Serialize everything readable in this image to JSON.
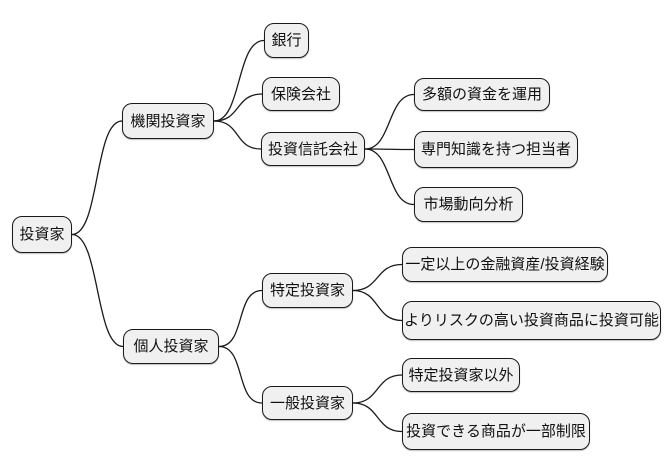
{
  "diagram": {
    "type": "mindmap",
    "direction": "left-to-right",
    "root": {
      "label": "投資家",
      "children": [
        {
          "label": "機関投資家",
          "children": [
            {
              "label": "銀行",
              "children": []
            },
            {
              "label": "保険会社",
              "children": []
            },
            {
              "label": "投資信託会社",
              "children": [
                {
                  "label": "多額の資金を運用"
                },
                {
                  "label": "専門知識を持つ担当者"
                },
                {
                  "label": "市場動向分析"
                }
              ]
            }
          ]
        },
        {
          "label": "個人投資家",
          "children": [
            {
              "label": "特定投資家",
              "children": [
                {
                  "label": "一定以上の金融資産/投資経験"
                },
                {
                  "label": "よりリスクの高い投資商品に投資可能"
                }
              ]
            },
            {
              "label": "一般投資家",
              "children": [
                {
                  "label": "特定投資家以外"
                },
                {
                  "label": "投資できる商品が一部制限"
                }
              ]
            }
          ]
        }
      ]
    }
  },
  "colors": {
    "background": "#ffffff",
    "node_fill": "#f0f0f0",
    "node_border": "#1a1a1a",
    "edge": "#1a1a1a",
    "text": "#111111"
  }
}
